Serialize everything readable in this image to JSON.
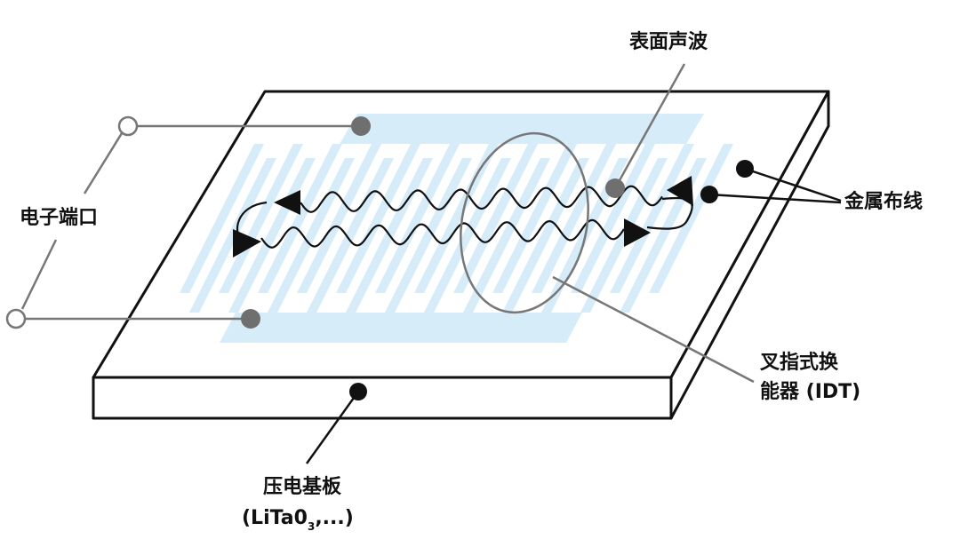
{
  "labels": {
    "surface_wave": "表面声波",
    "electric_port": "电子端口",
    "metal_wiring": "金属布线",
    "idt_line1": "叉指式换",
    "idt_line2": "能器 (IDT)",
    "substrate_line1": "压电基板",
    "substrate_line2_pre": "(LiTa0",
    "substrate_line2_sub": "3",
    "substrate_line2_post": ",...)"
  },
  "colors": {
    "electrode_fill": "#d6ecf8",
    "outline": "#111111",
    "leader_gray": "#777777",
    "dot_gray": "#6f6f6f",
    "dot_black": "#111111",
    "background": "#ffffff"
  }
}
